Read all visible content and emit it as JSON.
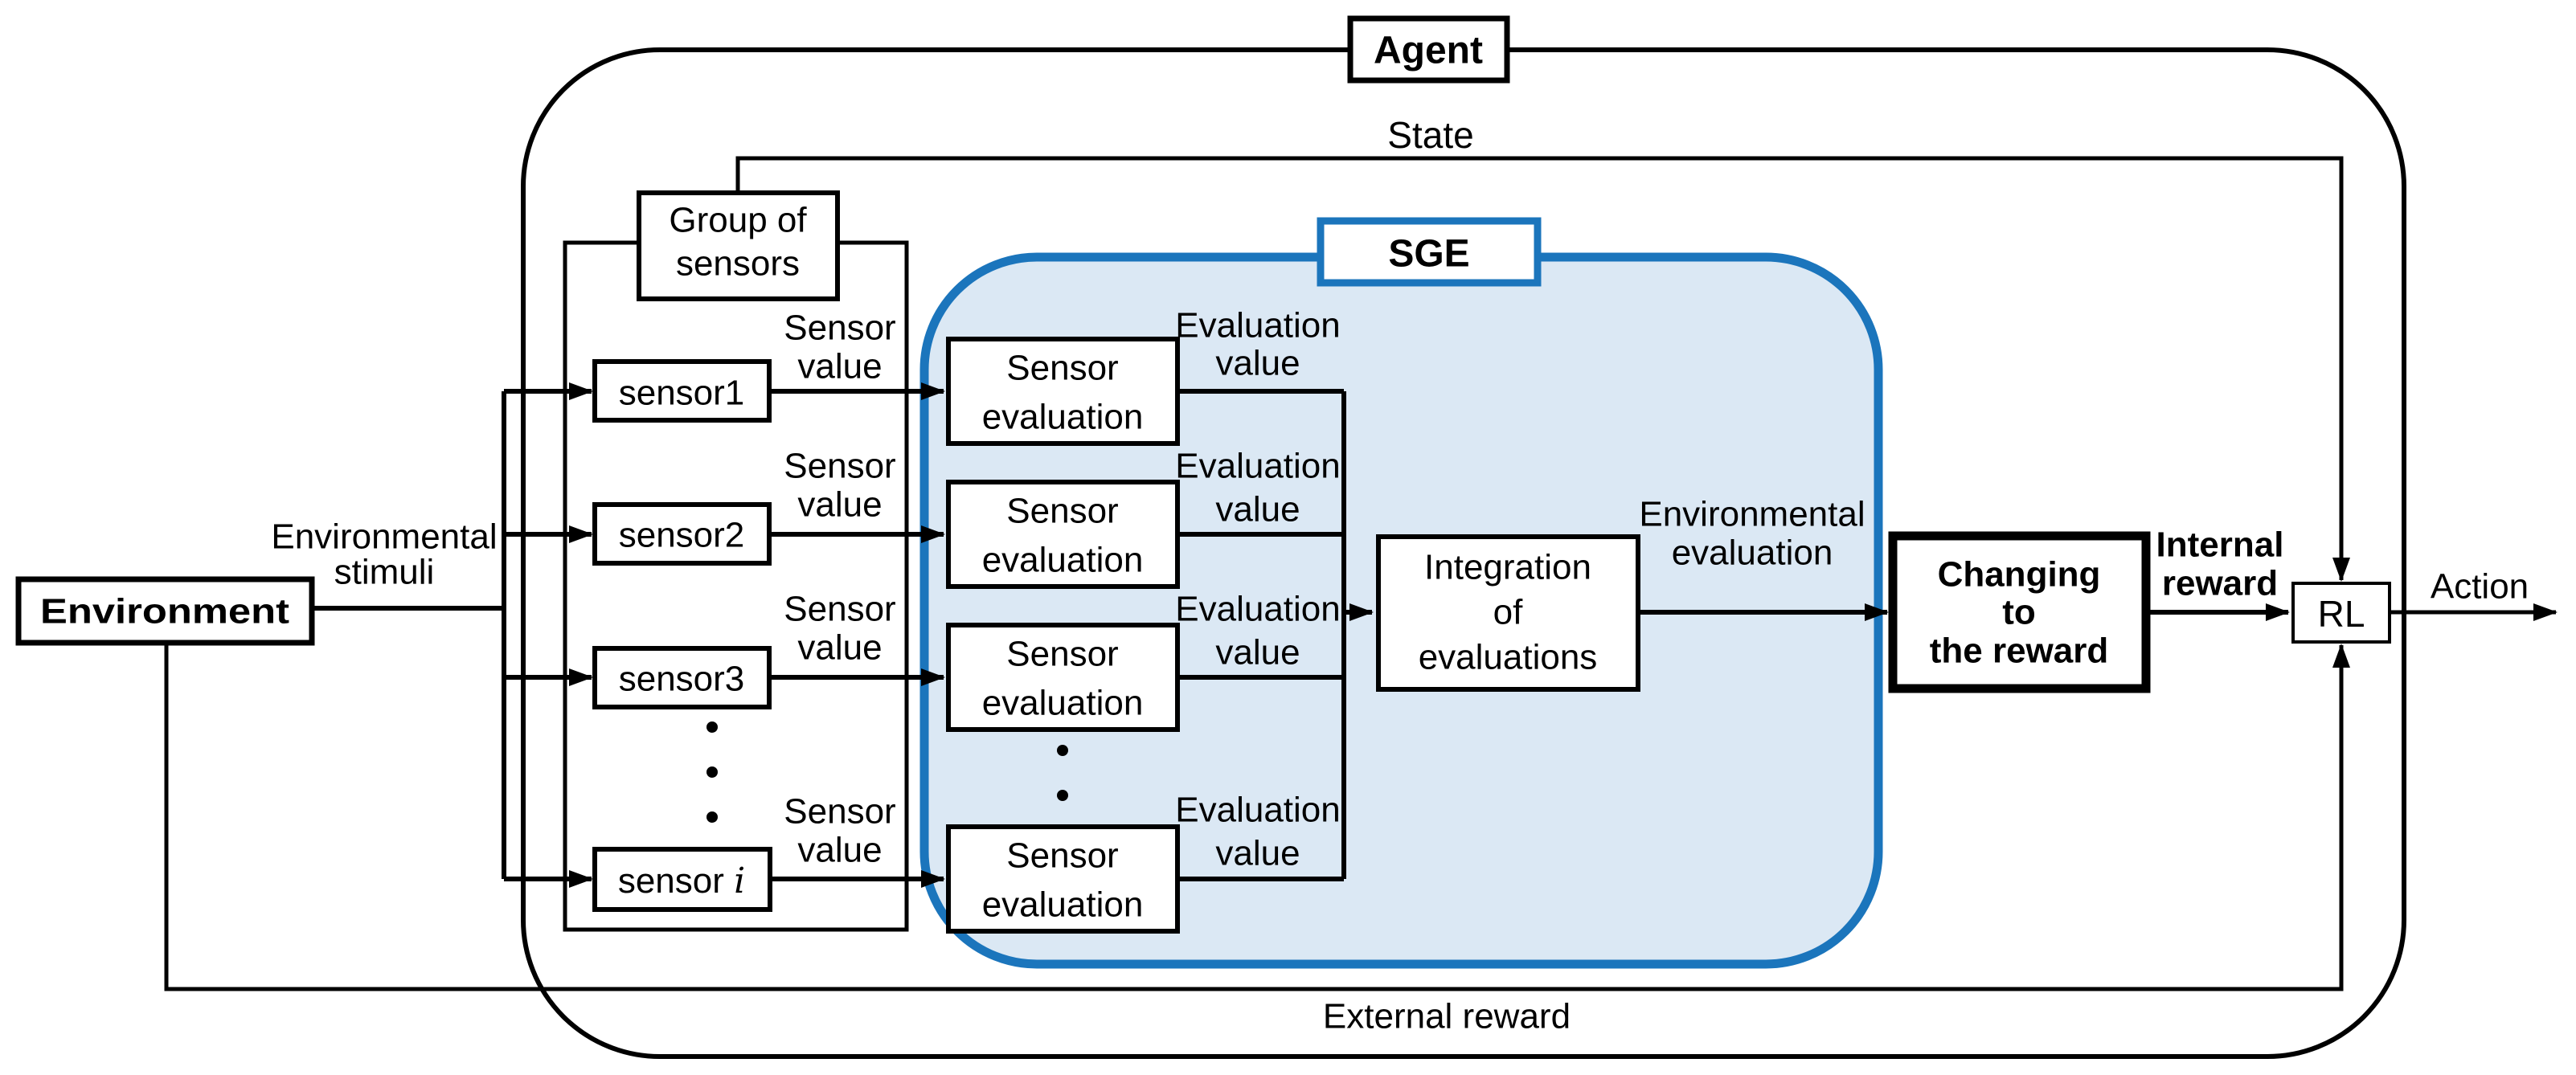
{
  "title_labels": {
    "agent": "Agent",
    "state": "State",
    "action": "Action",
    "rl": "RL",
    "external_reward": "External reward"
  },
  "environment": {
    "label": "Environment",
    "stimuli_line1": "Environmental",
    "stimuli_line2": "stimuli"
  },
  "sensor_group": {
    "label_line1": "Group of",
    "label_line2": "sensors",
    "sensors": [
      "sensor1",
      "sensor2",
      "sensor3"
    ],
    "sensor_i_prefix": "sensor ",
    "sensor_i_suffix": "i",
    "value_line1": "Sensor",
    "value_line2": "value"
  },
  "sge": {
    "label": "SGE",
    "eval_line1": "Sensor",
    "eval_line2": "evaluation",
    "value_line1": "Evaluation",
    "value_line2": "value",
    "integration_line1": "Integration",
    "integration_line2": "of",
    "integration_line3": "evaluations"
  },
  "reward_chain": {
    "env_eval_line1": "Environmental",
    "env_eval_line2": "evaluation",
    "changing_line1": "Changing",
    "changing_line2": "to",
    "changing_line3": "the reward",
    "internal_line1": "Internal",
    "internal_line2": "reward"
  },
  "colors": {
    "sge_border": "#1b75bc",
    "sge_fill": "#dbe8f4",
    "line": "#000000"
  }
}
